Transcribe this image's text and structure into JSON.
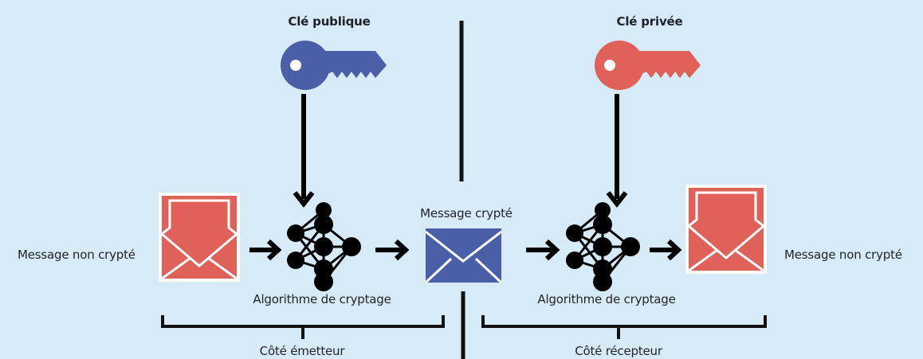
{
  "colors": {
    "background": "#d6eaf7",
    "public_key": "#4b5ea8",
    "private_key": "#e0605a",
    "envelope_red": "#e0605a",
    "envelope_blue": "#4b5ea8",
    "line": "#111111"
  },
  "labels": {
    "public_key_title": "Clé publique",
    "private_key_title": "Clé privée",
    "encrypted_message": "Message crypté",
    "plain_message_left": "Message non crypté",
    "plain_message_right": "Message non crypté",
    "algorithm_left": "Algorithme de cryptage",
    "algorithm_right": "Algorithme de cryptage",
    "sender_side": "Côté émetteur",
    "receiver_side": "Côté récepteur"
  },
  "icons": {
    "public_key": "key-icon",
    "private_key": "key-icon",
    "plain_envelope": "open-envelope-icon",
    "encrypted_envelope": "closed-envelope-icon",
    "algorithm": "neural-network-icon",
    "arrow": "arrow-right-icon"
  }
}
